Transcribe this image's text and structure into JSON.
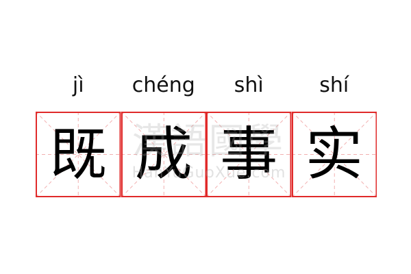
{
  "term": {
    "characters": [
      "既",
      "成",
      "事",
      "实"
    ],
    "pinyin": [
      "jì",
      "chéng",
      "shì",
      "shí"
    ]
  },
  "watermark": {
    "cjk": "漢語國學",
    "latin": "HanYuGuoXue.com"
  },
  "colors": {
    "grid_border": "#e02a2a",
    "grid_guides": "#f2b0b0",
    "text": "#000000"
  }
}
